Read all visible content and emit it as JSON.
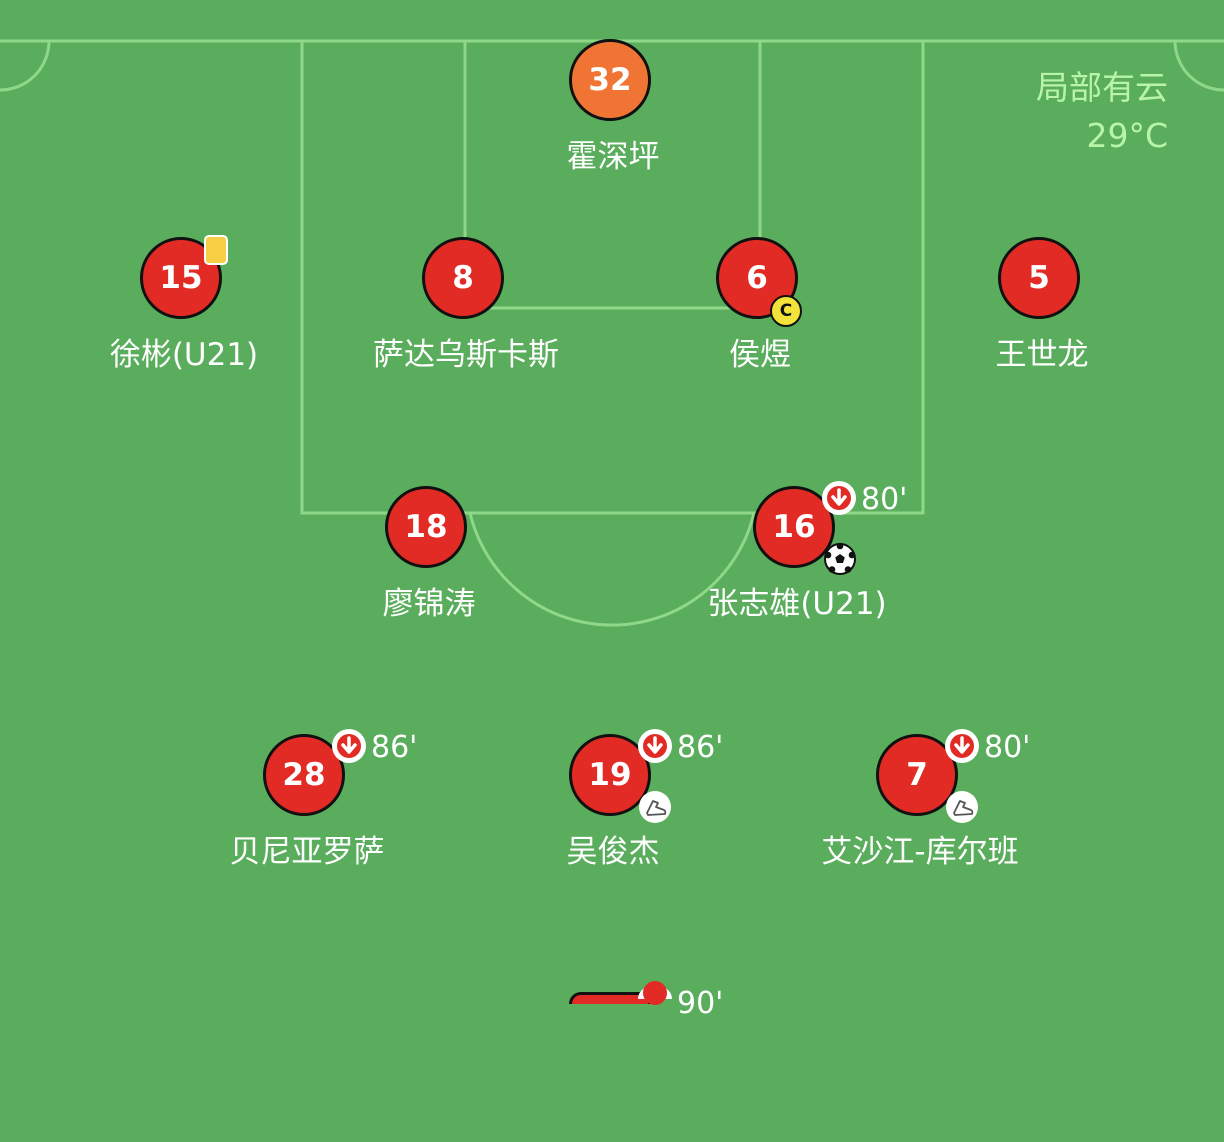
{
  "weather": {
    "condition": "局部有云",
    "temperature": "29°C"
  },
  "colors": {
    "pitch": "#5aad5c",
    "lines": "#8fd889",
    "player": "#e12b24",
    "goalkeeper": "#f07534",
    "weather_text": "#b9f5a8"
  },
  "players": [
    {
      "number": "32",
      "name": "霍深坪",
      "role": "goalkeeper"
    },
    {
      "number": "15",
      "name": "徐彬(U21)",
      "events": [
        "yellow-card"
      ]
    },
    {
      "number": "8",
      "name": "萨达乌斯卡斯"
    },
    {
      "number": "6",
      "name": "侯煜",
      "events": [
        "captain"
      ],
      "captain_label": "C"
    },
    {
      "number": "5",
      "name": "王世龙"
    },
    {
      "number": "18",
      "name": "廖锦涛"
    },
    {
      "number": "16",
      "name": "张志雄(U21)",
      "events": [
        "sub-out",
        "goal"
      ],
      "sub_minute": "80'"
    },
    {
      "number": "28",
      "name": "贝尼亚罗萨",
      "events": [
        "sub-out"
      ],
      "sub_minute": "86'"
    },
    {
      "number": "19",
      "name": "吴俊杰",
      "events": [
        "sub-out",
        "assist"
      ],
      "sub_minute": "86'"
    },
    {
      "number": "7",
      "name": "艾沙江-库尔班",
      "events": [
        "sub-out",
        "assist"
      ],
      "sub_minute": "80'"
    },
    {
      "number": "",
      "name": "",
      "events": [
        "sub-out"
      ],
      "sub_minute": "90'"
    }
  ],
  "icons": {
    "sub_out": "arrow-down-circle-icon",
    "goal": "soccer-ball-icon",
    "assist": "boot-icon",
    "yellow_card": "yellow-card-icon",
    "captain": "captain-armband-icon"
  }
}
